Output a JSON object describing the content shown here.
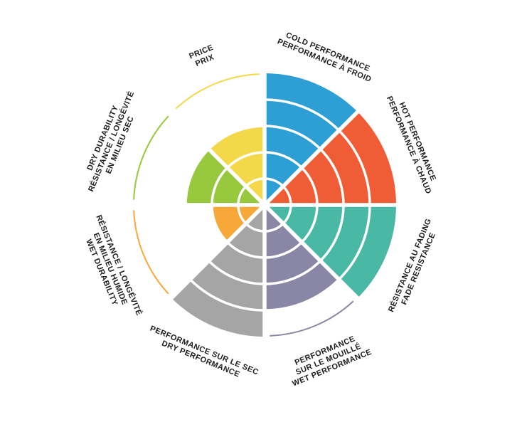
{
  "page": {
    "background_color": "#ffffff"
  },
  "chart_data": {
    "type": "pie",
    "subtype": "polar-sector-performance-wheel",
    "title": "",
    "rings": 5,
    "sector_span_deg": 45,
    "ring_gap_color": "#ffffff",
    "label_color": "#1d1d1b",
    "legend_position": "radial-labels",
    "sectors": [
      {
        "id": "cold-performance",
        "label_lines": [
          "COLD PERFORMANCE",
          "PERFORMANCE À FROID"
        ],
        "value": 5,
        "max": 5,
        "color": "#2e9fd4",
        "mid_angle_deg": 22.5
      },
      {
        "id": "hot-performance",
        "label_lines": [
          "HOT PERFORMANCE",
          "PERFORMANCE À CHAUD"
        ],
        "value": 5,
        "max": 5,
        "color": "#f05c35",
        "mid_angle_deg": 67.5
      },
      {
        "id": "fade-resistance",
        "label_lines": [
          "RÉSISTANCE AU FADING",
          "FADE RESISTANCE"
        ],
        "value": 5,
        "max": 5,
        "color": "#49b8a5",
        "mid_angle_deg": 112.5
      },
      {
        "id": "wet-performance",
        "label_lines": [
          "PERFORMANCE",
          "SUR LE MOUILLÉ",
          "WET PERFORMANCE"
        ],
        "value": 4,
        "max": 5,
        "color": "#8a86a5",
        "mid_angle_deg": 157.5
      },
      {
        "id": "dry-performance",
        "label_lines": [
          "PERFORMANCE SUR LE SEC",
          "DRY PERFORMANCE"
        ],
        "value": 5,
        "max": 5,
        "color": "#a5a5a5",
        "mid_angle_deg": 202.5
      },
      {
        "id": "wet-durability",
        "label_lines": [
          "RÉSISTANCE / LONGÉVITÉ",
          "EN MILIEU HUMIDE",
          "WET DURABILITY"
        ],
        "value": 2,
        "max": 5,
        "color": "#f8a839",
        "mid_angle_deg": 247.5
      },
      {
        "id": "dry-durability",
        "label_lines": [
          "DRY DURABILITY",
          "RÉSISTANCE / LONGÉVITÉ",
          "EN MILIEU SEC"
        ],
        "value": 3,
        "max": 5,
        "color": "#97c83e",
        "mid_angle_deg": 292.5
      },
      {
        "id": "price",
        "label_lines": [
          "PRICE",
          "PRIX"
        ],
        "value": 3,
        "max": 5,
        "color": "#f3d84a",
        "mid_angle_deg": 337.5
      }
    ]
  }
}
